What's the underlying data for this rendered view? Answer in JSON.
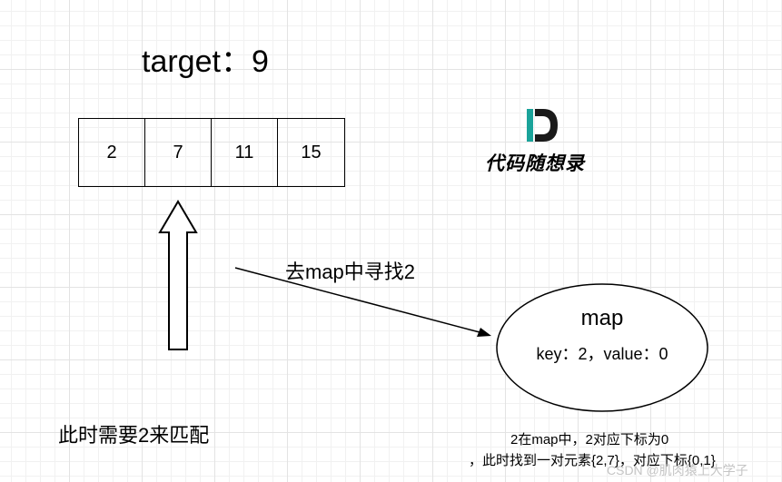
{
  "target_label": "target：9",
  "array": [
    "2",
    "7",
    "11",
    "15"
  ],
  "logo": {
    "letter": "D",
    "text": "代码随想录",
    "accent_color": "#1aa39a",
    "dark_color": "#1a1a1a"
  },
  "arrow_label": "去map中寻找2",
  "map": {
    "title": "map",
    "entry": "key：2，value：0"
  },
  "caption": "此时需要2来匹配",
  "note_line1": "2在map中，2对应下标为0",
  "note_line2": "，此时找到一对元素{2,7}，对应下标{0,1}",
  "watermark": "CSDN @肌肉猿上大学子"
}
